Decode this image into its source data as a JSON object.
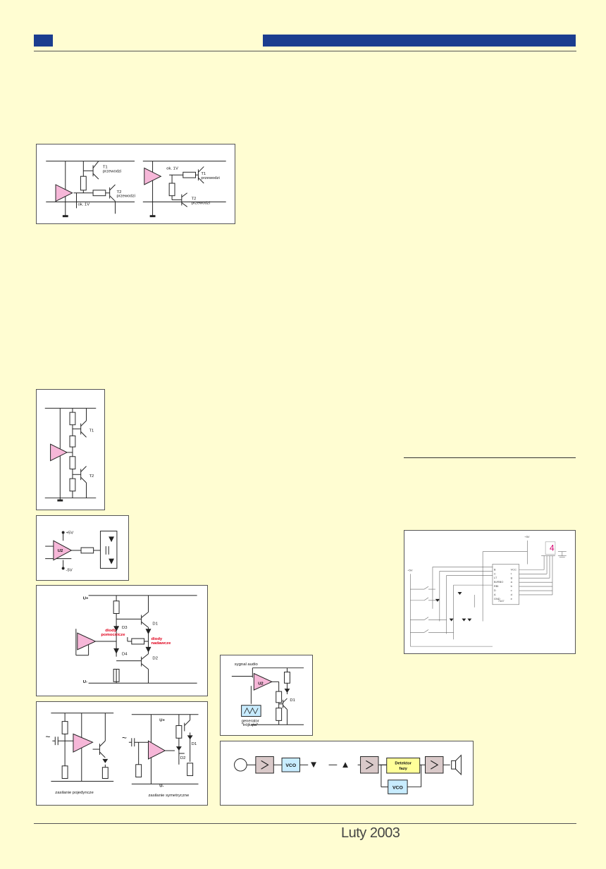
{
  "footer": {
    "issue": "Luty 2003"
  },
  "fig1": {
    "t1": "T1",
    "t1_state": "przewodzi",
    "t2": "T2",
    "t2_state": "przewodzi",
    "v_label_left": "ok. 1V",
    "right_t1": "T1",
    "right_t1_state": "przewodzi",
    "right_t2": "T2",
    "right_t2_state": "przewodzi",
    "v_label_right": "ok. 1V"
  },
  "fig2": {
    "t1": "T1",
    "t2": "T2"
  },
  "fig3": {
    "u2": "U2",
    "plus": "+5V",
    "minus": "-5V"
  },
  "fig4": {
    "u_plus": "U+",
    "u_minus": "U-",
    "d3": "D3",
    "d4": "D4",
    "d1": "D1",
    "d2": "D2",
    "aux_line1": "diody",
    "aux_line2": "pomocnicze",
    "tx_line1": "diody",
    "tx_line2": "nadawcze",
    "aux_color": "#e0001b"
  },
  "fig5": {
    "left_caption": "zasilanie pojedyncze",
    "right_caption": "zasilanie symetryczne",
    "u_plus": "U+",
    "u_minus": "U-",
    "d1": "D1",
    "d2": "D2",
    "tilde": "~"
  },
  "fig6": {
    "signal": "sygnal audio",
    "u2": "U2",
    "d1": "D1",
    "gen_line1": "generator",
    "gen_line2": "\"trójkąta\""
  },
  "fig7": {
    "vco1": "VCO",
    "vco2": "VCO",
    "detector_line1": "Detektor",
    "detector_line2": "fazy",
    "amp_color": "#d9c9c9",
    "vco_color": "#c8ecff",
    "det_color": "#ffff99"
  },
  "fig8": {
    "chip": "7447",
    "pins_left": [
      "B",
      "C",
      "LT",
      "BI/RBO",
      "RBI",
      "D",
      "A",
      "GND"
    ],
    "pins_right": [
      "VCC",
      "f",
      "g",
      "a",
      "b",
      "c",
      "d",
      "e"
    ],
    "vcc": "+5V",
    "vin": "+5V",
    "digit": "4"
  }
}
